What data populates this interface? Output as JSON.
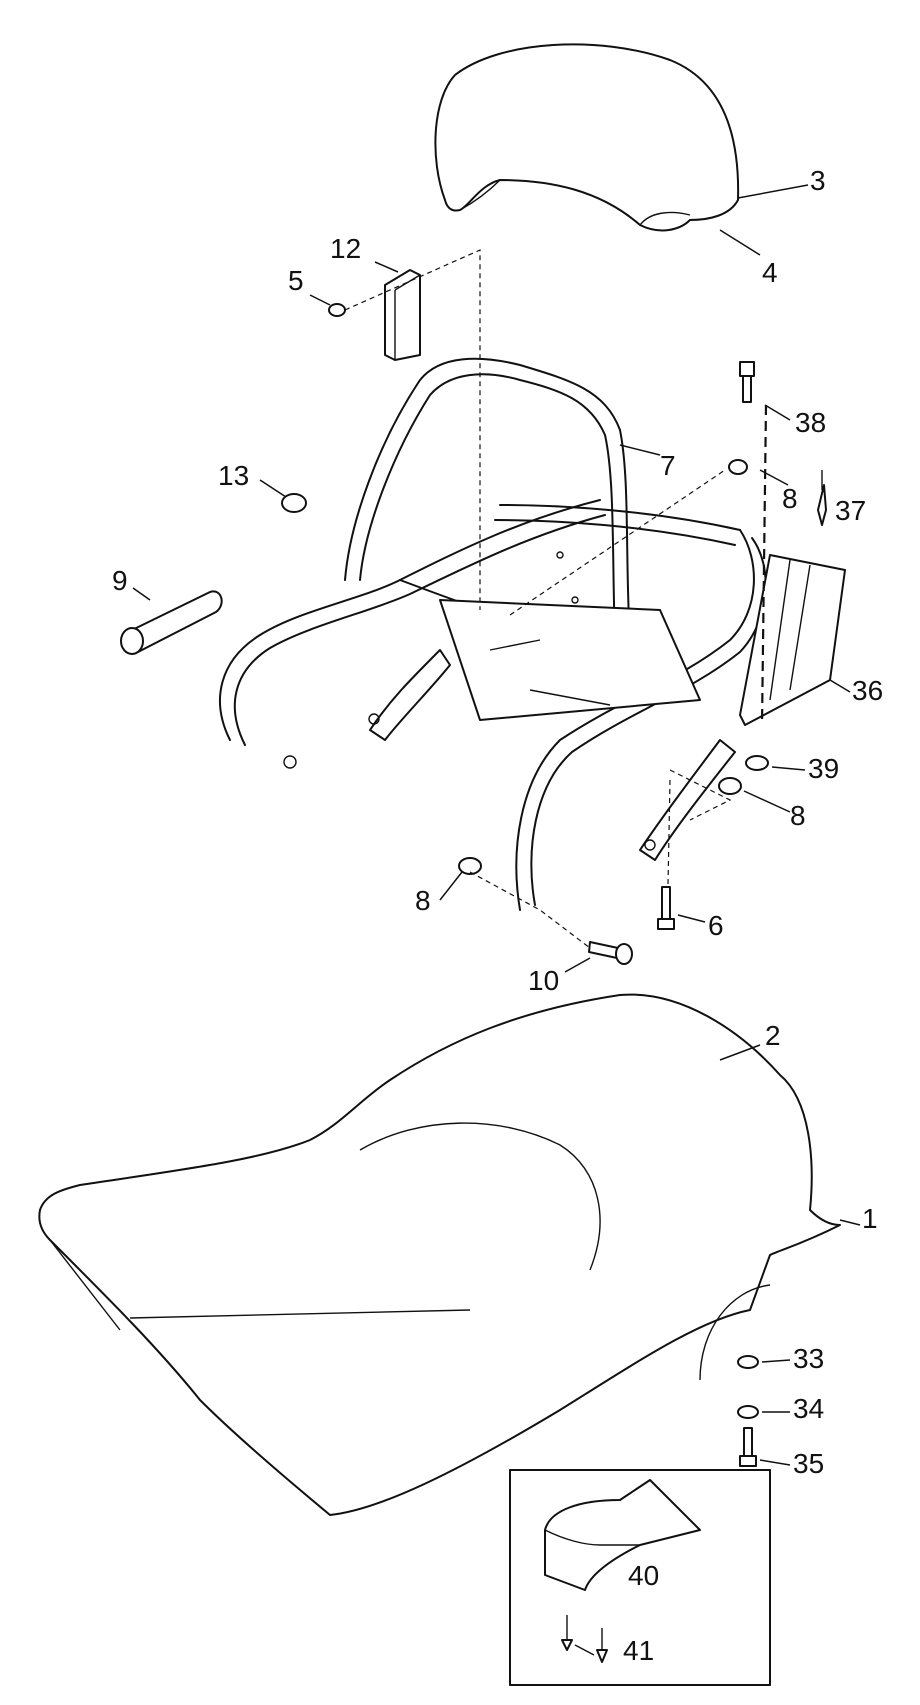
{
  "callouts": {
    "c1": "1",
    "c2": "2",
    "c3": "3",
    "c4": "4",
    "c5": "5",
    "c6": "6",
    "c7": "7",
    "c8a": "8",
    "c8b": "8",
    "c8c": "8",
    "c9": "9",
    "c10": "10",
    "c12": "12",
    "c13": "13",
    "c33": "33",
    "c34": "34",
    "c35": "35",
    "c36": "36",
    "c37": "37",
    "c38": "38",
    "c39": "39",
    "c40": "40",
    "c41": "41"
  }
}
